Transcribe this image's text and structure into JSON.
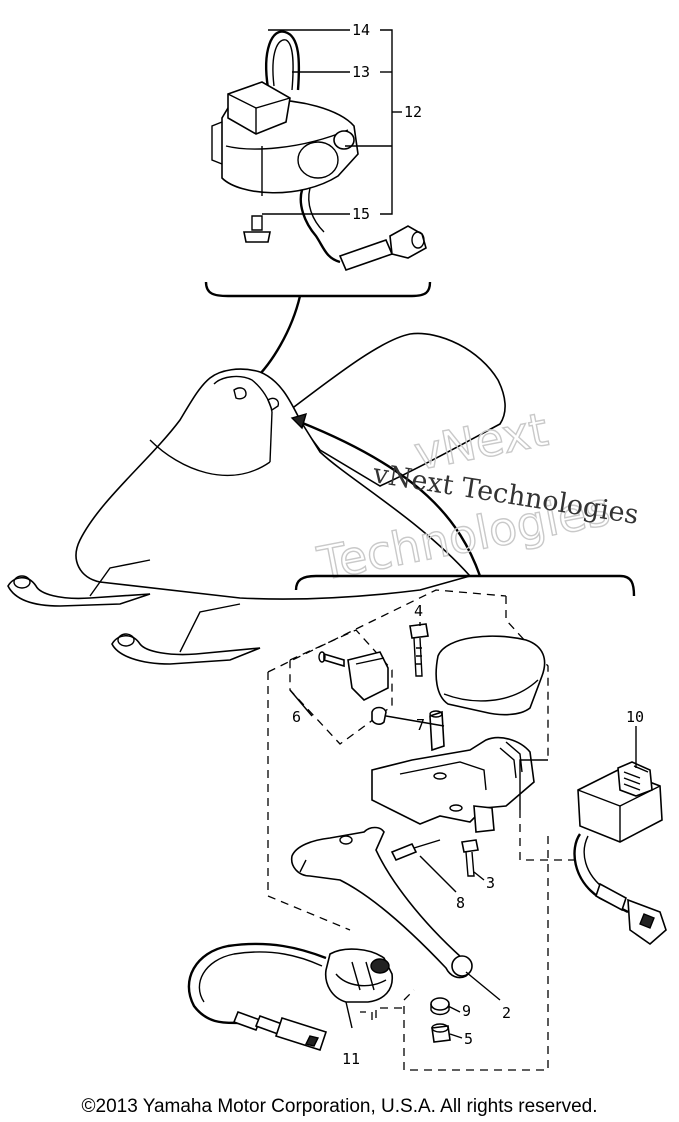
{
  "callouts": {
    "c2": "2",
    "c3": "3",
    "c4": "4",
    "c5": "5",
    "c6": "6",
    "c7": "7",
    "c8": "8",
    "c9": "9",
    "c10": "10",
    "c11": "11",
    "c12": "12",
    "c13": "13",
    "c14": "14",
    "c15": "15"
  },
  "watermark": {
    "outline_line1": "vNext",
    "outline_line2": "Technologies",
    "overlay_text": "vNext Technologies"
  },
  "copyright": "©2013 Yamaha Motor Corporation, U.S.A. All rights reserved."
}
